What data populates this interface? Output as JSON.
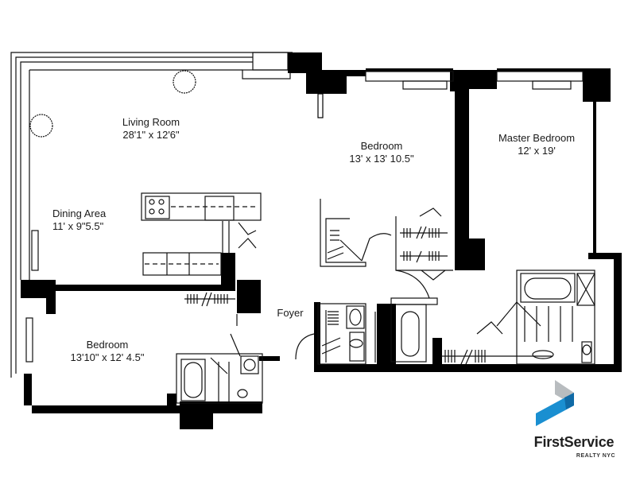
{
  "floorplan": {
    "rooms": [
      {
        "id": "living-room",
        "name": "Living Room",
        "dims": "28'1\" x 12'6\""
      },
      {
        "id": "bedroom-2",
        "name": "Bedroom",
        "dims": "13' x 13' 10.5\""
      },
      {
        "id": "master-bedroom",
        "name": "Master Bedroom",
        "dims": "12' x 19'"
      },
      {
        "id": "dining-area",
        "name": "Dining Area",
        "dims": "11' x 9\"5.5\""
      },
      {
        "id": "bedroom-1",
        "name": "Bedroom",
        "dims": "13'10\" x 12' 4.5\""
      },
      {
        "id": "foyer",
        "name": "Foyer",
        "dims": ""
      }
    ],
    "colors": {
      "wall": "#000000",
      "line": "#111111",
      "background": "#ffffff"
    }
  },
  "logo": {
    "brand": "FirstService",
    "sub": "REALTY NYC",
    "colors": {
      "blue": "#1a8fd1",
      "dark_blue": "#0f6aa6",
      "gray": "#b8bcbf"
    }
  }
}
